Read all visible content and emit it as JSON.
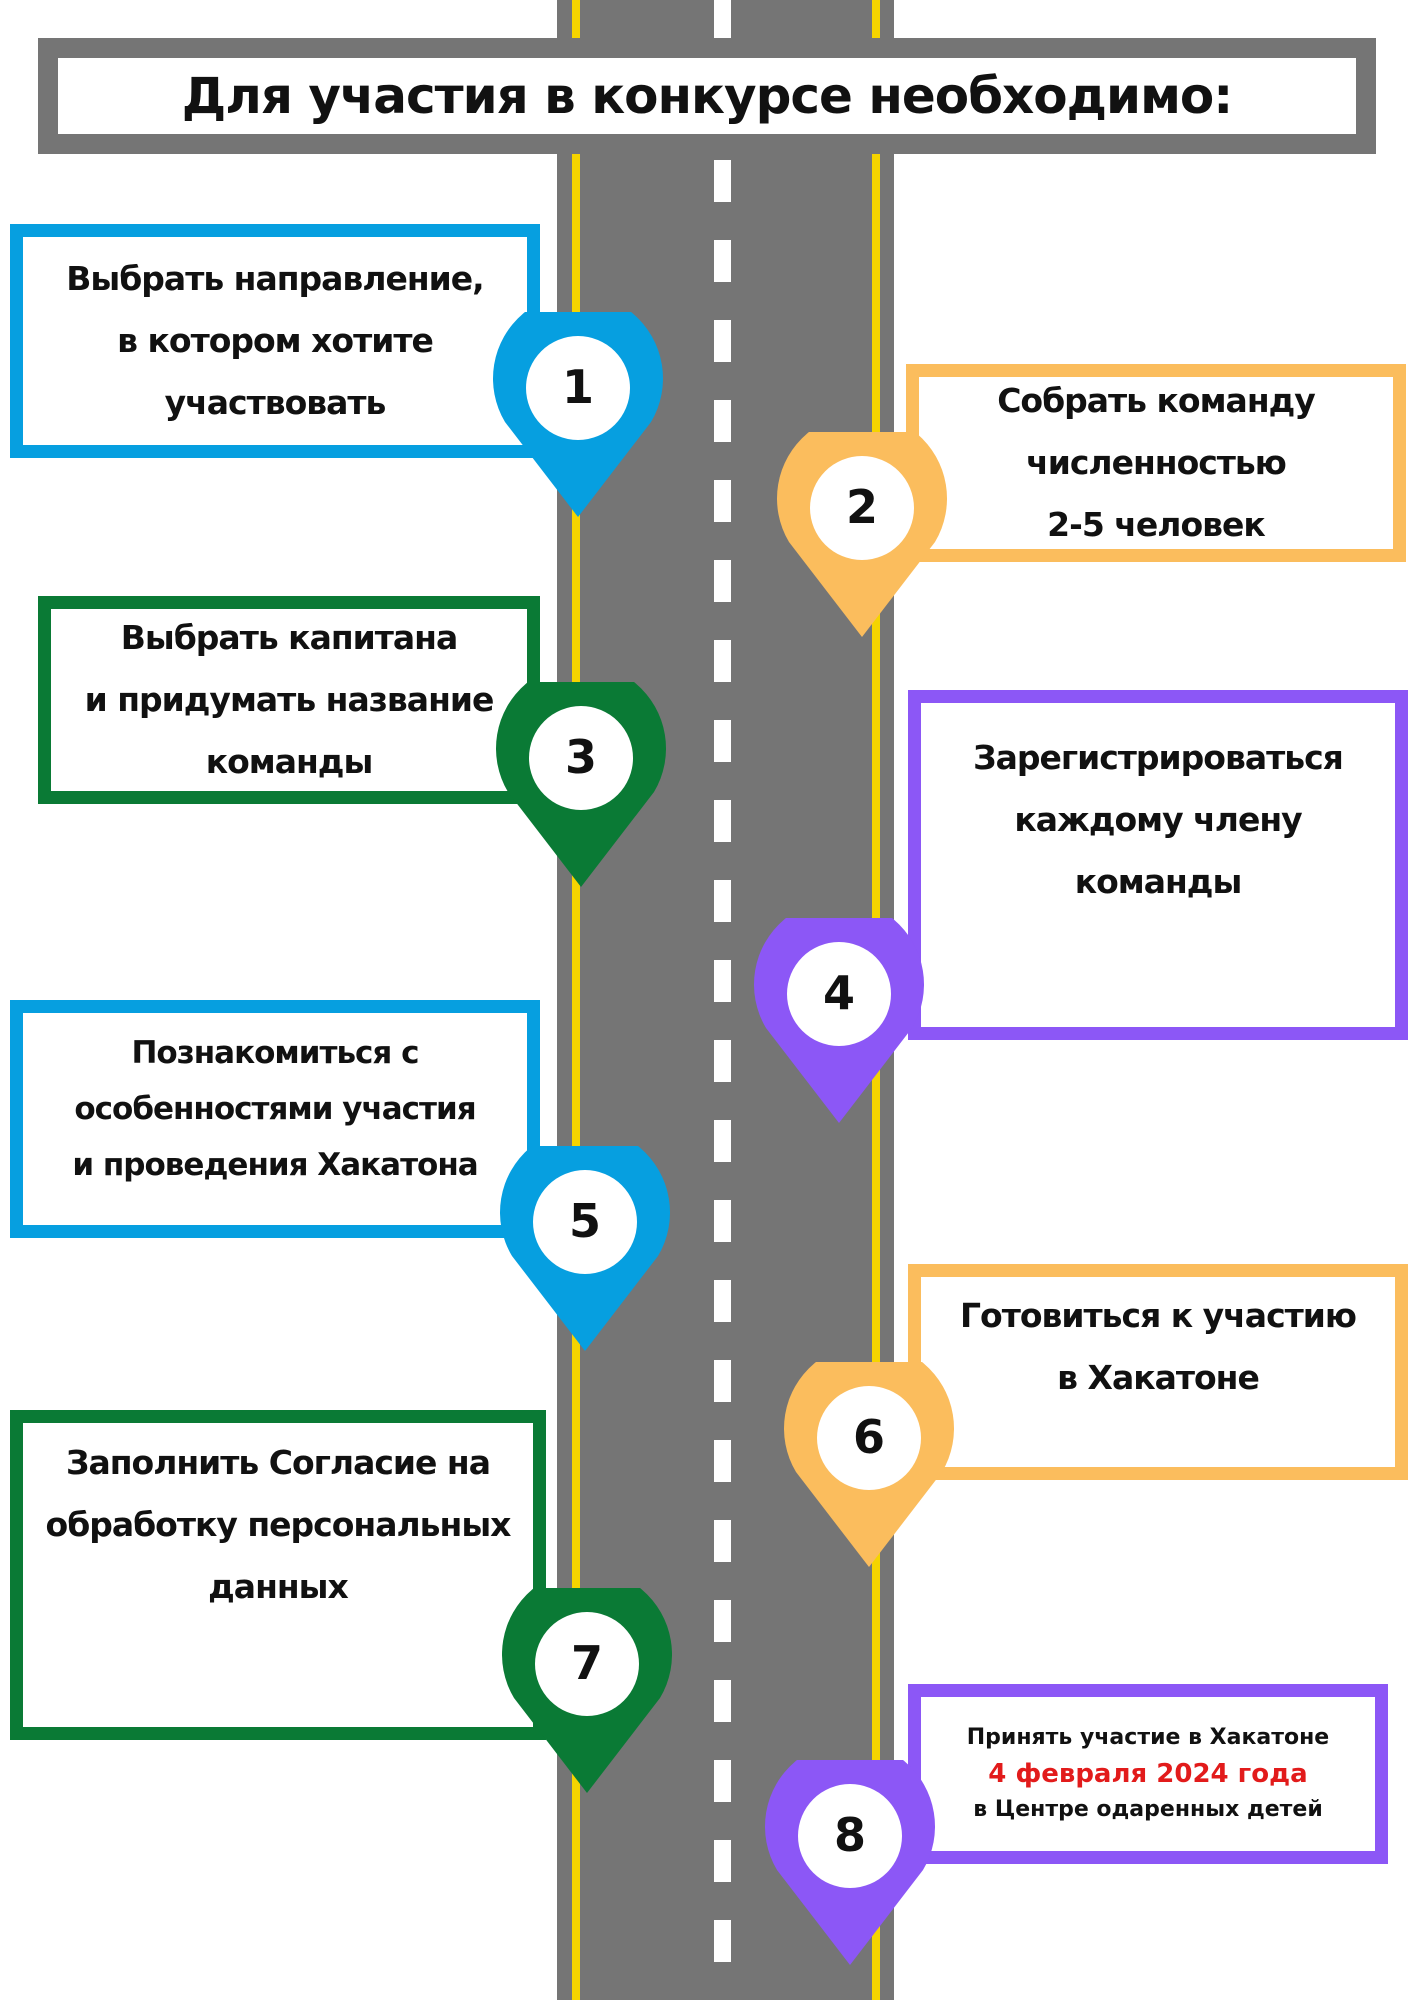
{
  "title": "Для участия в конкурсе необходимо:",
  "steps": [
    {
      "number": "1",
      "text": "Выбрать направление,\nв котором хотите\nучаствовать",
      "color": "#069fe0"
    },
    {
      "number": "2",
      "text": "Собрать команду\nчисленностью\n2-5 человек",
      "color": "#fbbd5d"
    },
    {
      "number": "3",
      "text": "Выбрать капитана\nи придумать название\nкоманды",
      "color": "#0a7a35"
    },
    {
      "number": "4",
      "text": "Зарегистрироваться\nкаждому члену\nкоманды",
      "color": "#8c57f6"
    },
    {
      "number": "5",
      "text": "Познакомиться с\nособенностями участия\nи проведения Хакатона",
      "color": "#069fe0"
    },
    {
      "number": "6",
      "text": "Готовиться к участию\nв Хакатоне",
      "color": "#fbbd5d"
    },
    {
      "number": "7",
      "text": "Заполнить Согласие на\nобработку персональных\nданных",
      "color": "#0a7a35"
    },
    {
      "number": "8",
      "line1": "Принять участие в Хакатоне",
      "line2": "4 февраля 2024 года",
      "line3": "в Центре одаренных детей",
      "color": "#8c57f6",
      "highlight_color": "#e21b1b"
    }
  ],
  "road": {
    "asphalt": "#757575",
    "edge_line": "#f5d400",
    "center_dash": "#ffffff"
  }
}
